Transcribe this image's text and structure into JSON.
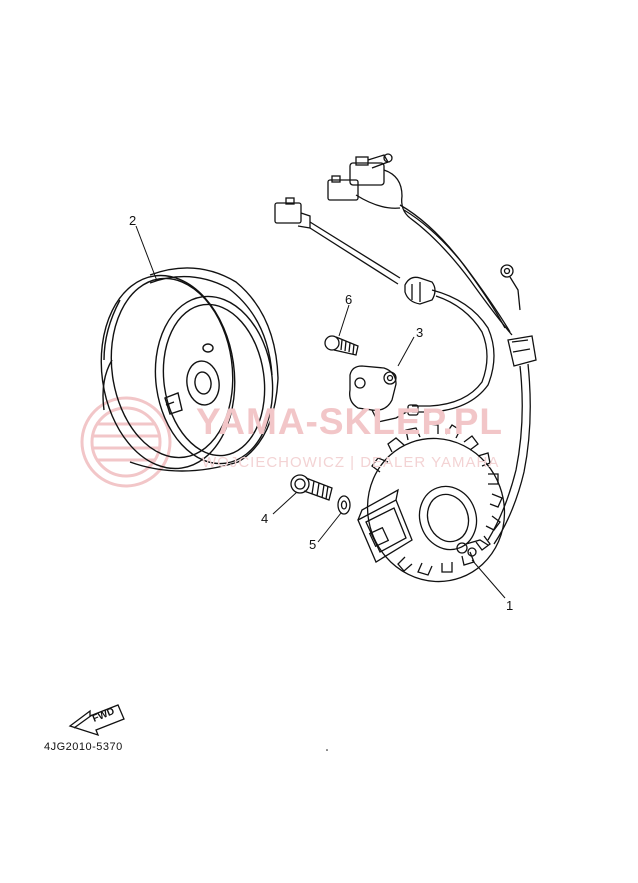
{
  "callouts": {
    "c1": "1",
    "c2": "2",
    "c3": "3",
    "c4": "4",
    "c5": "5",
    "c6": "6"
  },
  "watermark": {
    "main": "YAMA-SKLEP.PL",
    "sub": "WOJCIECHOWICZ | DEALER YAMAHA"
  },
  "direction_badge": "FWD",
  "diagram_code": "4JG2010-5370",
  "colors": {
    "ink": "#111111",
    "watermark": "#f2c6c8"
  }
}
